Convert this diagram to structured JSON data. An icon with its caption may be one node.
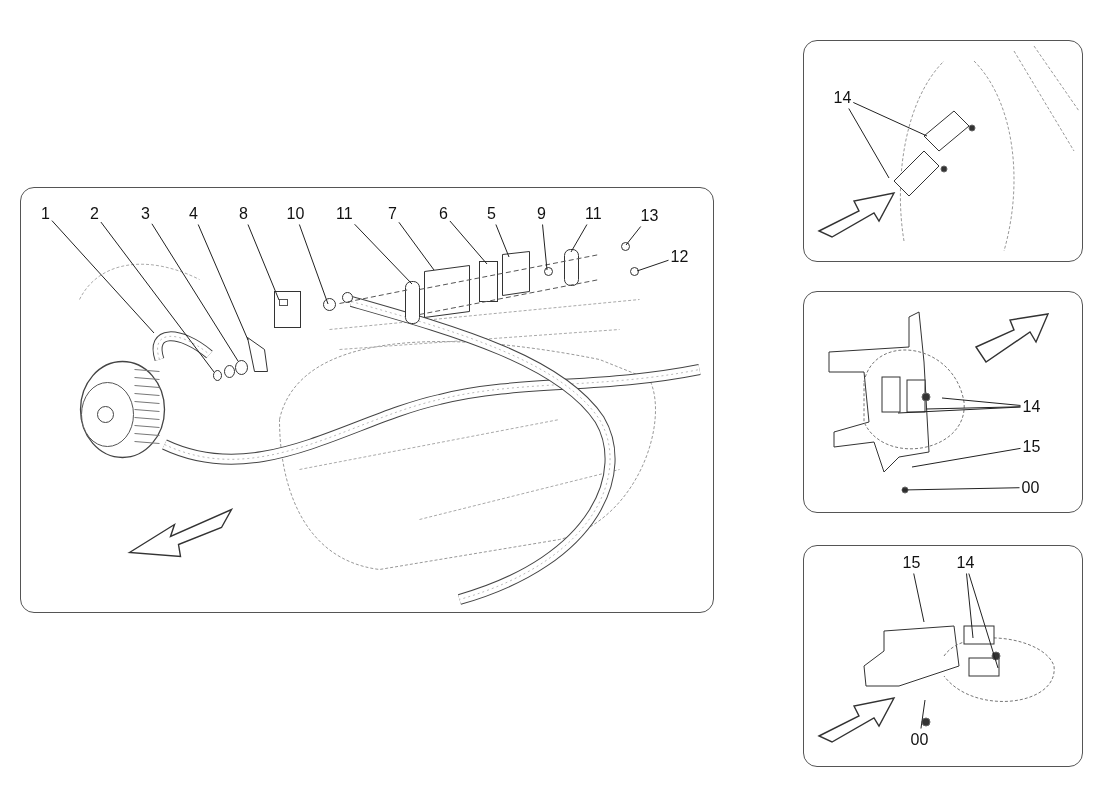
{
  "diagram": {
    "nodes": [
      {
        "text": [],
        "shape": "box"
      },
      {
        "text": [],
        "shape": "box"
      },
      {
        "text": [],
        "shape": "box"
      },
      {
        "text": [],
        "shape": "box"
      },
      {
        "text": [
          "1"
        ],
        "in": 0
      },
      {
        "text": [
          "2"
        ],
        "in": 0
      },
      {
        "text": [
          "3"
        ],
        "in": 0
      },
      {
        "text": [
          "4"
        ],
        "in": 0
      },
      {
        "text": [
          "8"
        ],
        "in": 0
      },
      {
        "text": [
          "10"
        ],
        "in": 0
      },
      {
        "text": [
          "11"
        ],
        "in": 0
      },
      {
        "text": [
          "7"
        ],
        "in": 0
      },
      {
        "text": [
          "6"
        ],
        "in": 0
      },
      {
        "text": [
          "5"
        ],
        "in": 0
      },
      {
        "text": [
          "9"
        ],
        "in": 0
      },
      {
        "text": [
          "11"
        ],
        "in": 0
      },
      {
        "text": [
          "13"
        ],
        "in": 0
      },
      {
        "text": [
          "12"
        ],
        "in": 0
      },
      {
        "text": [
          "14"
        ],
        "in": 1
      },
      {
        "text": [
          "14"
        ],
        "in": 2
      },
      {
        "text": [
          "15"
        ],
        "in": 2
      },
      {
        "text": [
          "00"
        ],
        "in": 2
      },
      {
        "text": [
          "15"
        ],
        "in": 3
      },
      {
        "text": [
          "14"
        ],
        "in": 3
      },
      {
        "text": [
          "00"
        ],
        "in": 3
      }
    ],
    "edges": [
      {
        "from": 4,
        "to": null,
        "arrow": "none"
      },
      {
        "from": 5,
        "to": null,
        "arrow": "none"
      },
      {
        "from": 6,
        "to": null,
        "arrow": "none"
      },
      {
        "from": 7,
        "to": null,
        "arrow": "none"
      },
      {
        "from": 8,
        "to": null,
        "arrow": "none"
      },
      {
        "from": 9,
        "to": null,
        "arrow": "none"
      },
      {
        "from": 10,
        "to": null,
        "arrow": "none"
      },
      {
        "from": 11,
        "to": null,
        "arrow": "none"
      },
      {
        "from": 12,
        "to": null,
        "arrow": "none"
      },
      {
        "from": 13,
        "to": null,
        "arrow": "none"
      },
      {
        "from": 14,
        "to": null,
        "arrow": "none"
      },
      {
        "from": 15,
        "to": null,
        "arrow": "none"
      },
      {
        "from": 16,
        "to": null,
        "arrow": "none"
      },
      {
        "from": 17,
        "to": null,
        "arrow": "none"
      },
      {
        "from": 18,
        "to": null,
        "arrow": "none"
      },
      {
        "from": 18,
        "to": null,
        "arrow": "none"
      },
      {
        "from": 19,
        "to": null,
        "arrow": "none"
      },
      {
        "from": 19,
        "to": null,
        "arrow": "none"
      },
      {
        "from": 19,
        "to": null,
        "arrow": "none"
      },
      {
        "from": 20,
        "to": null,
        "arrow": "none"
      },
      {
        "from": 21,
        "to": null,
        "arrow": "none"
      },
      {
        "from": 22,
        "to": null,
        "arrow": "none"
      },
      {
        "from": 23,
        "to": null,
        "arrow": "none"
      },
      {
        "from": 23,
        "to": null,
        "arrow": "none"
      },
      {
        "from": 24,
        "to": null,
        "arrow": "none"
      }
    ]
  }
}
